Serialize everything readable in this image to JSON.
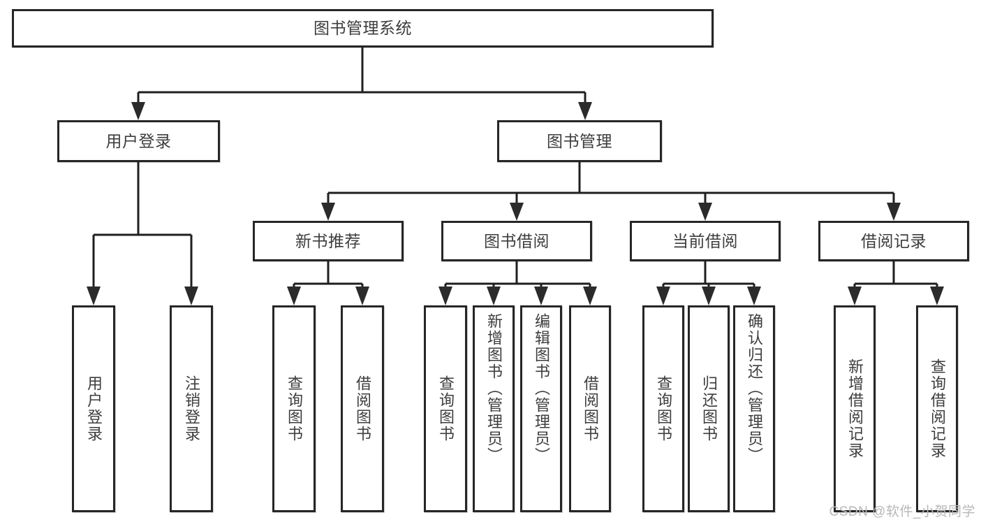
{
  "diagram": {
    "title": "图书管理系统",
    "type": "tree",
    "watermark": "CSDN @软件_小贺同学",
    "colors": {
      "box_border": "#262626",
      "box_fill": "#ffffff",
      "connector": "#1f1f1f",
      "text": "#3d3d3d",
      "watermark": "#b8b8b8",
      "background": "#ffffff"
    },
    "nodes": {
      "root": {
        "label": "图书管理系统"
      },
      "level2": [
        {
          "label": "用户登录"
        },
        {
          "label": "图书管理"
        }
      ],
      "level3": [
        {
          "label": "新书推荐"
        },
        {
          "label": "图书借阅"
        },
        {
          "label": "当前借阅"
        },
        {
          "label": "借阅记录"
        }
      ],
      "leaves": {
        "user_login": [
          {
            "label": "用户登录"
          },
          {
            "label": "注销登录"
          }
        ],
        "new_book_recommend": [
          {
            "label": "查询图书"
          },
          {
            "label": "借阅图书"
          }
        ],
        "book_borrow": [
          {
            "label": "查询图书"
          },
          {
            "label": "新增图书（管理员）"
          },
          {
            "label": "编辑图书（管理员）"
          },
          {
            "label": "借阅图书"
          }
        ],
        "current_borrow": [
          {
            "label": "查询图书"
          },
          {
            "label": "归还图书"
          },
          {
            "label": "确认归还（管理员）"
          }
        ],
        "borrow_record": [
          {
            "label": "新增借阅记录"
          },
          {
            "label": "查询借阅记录"
          }
        ]
      }
    }
  }
}
